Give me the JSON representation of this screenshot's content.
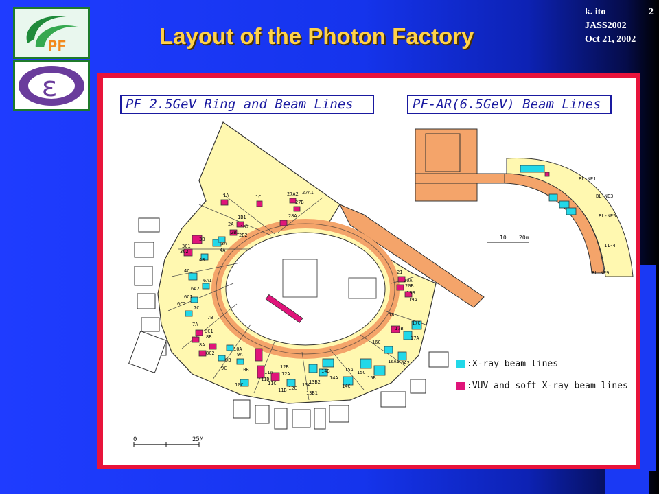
{
  "slide": {
    "title": "Layout of the Photon Factory",
    "meta": {
      "author": "k. ito",
      "page": "2",
      "event": "JASS2002",
      "date": "Oct 21, 2002"
    }
  },
  "logos": {
    "top": "PF",
    "bottom": "ε"
  },
  "diagram": {
    "pf_header": "PF 2.5GeV Ring and Beam Lines",
    "ar_header": "PF-AR(6.5GeV) Beam Lines",
    "legend_xray": ":X-ray beam lines",
    "legend_vuv": ":VUV and soft X-ray beam lines",
    "scale_pf": {
      "zero": "0",
      "end": "25M"
    },
    "scale_ar": {
      "start": "10",
      "end": "20m"
    },
    "ar_beamlines": [
      "BL-NE1",
      "BL-NE3",
      "BL-NE5",
      "11-4",
      "BL-NE9"
    ],
    "pf_beamlines": [
      "1A",
      "1C",
      "27A2",
      "27B",
      "27A1",
      "28A",
      "1B1",
      "2A",
      "1B2",
      "2B1",
      "2B2",
      "3A",
      "3B",
      "3C1",
      "3C2",
      "4A",
      "4B",
      "4C",
      "6A1",
      "6A2",
      "6C1",
      "6C2",
      "7A",
      "7B",
      "7C",
      "8A",
      "8B",
      "8C1",
      "8C2",
      "9A",
      "9B",
      "9C",
      "10A",
      "10B",
      "10C",
      "11A",
      "11B",
      "11C",
      "11D",
      "12A",
      "12B",
      "12C",
      "13A",
      "13B1",
      "13B2",
      "14A",
      "14B",
      "14C",
      "15A",
      "15B",
      "15C",
      "16A1",
      "16A2",
      "16C",
      "17A",
      "17B",
      "17C",
      "18",
      "19A",
      "19B",
      "20A",
      "20B",
      "21"
    ]
  },
  "colors": {
    "title": "#ffd24a",
    "frame": "#e8133b",
    "building": "#fff8b0",
    "ring": "#f4a46a",
    "xray": "#22d8e8",
    "vuv": "#e0147a",
    "outline": "#1a1aa0"
  }
}
